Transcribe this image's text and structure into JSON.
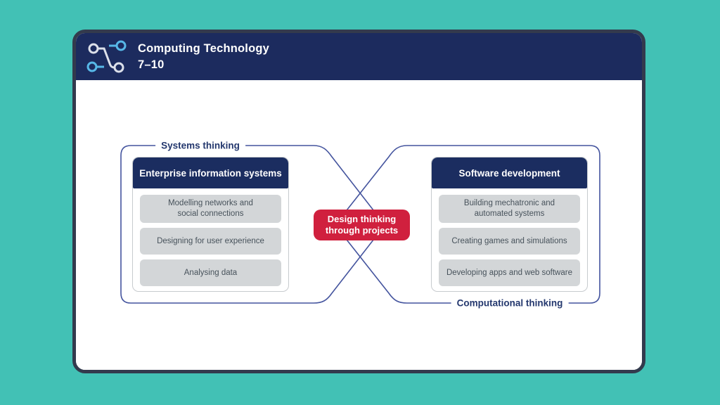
{
  "canvas": {
    "background_color": "#42c1b5"
  },
  "card": {
    "border_color": "#333a4d",
    "background_color": "#ffffff"
  },
  "header": {
    "background_color": "#1c2b5e",
    "logo": "network-nodes-icon",
    "title_line1": "Computing Technology",
    "title_line2": "7–10"
  },
  "diagram": {
    "outline_color": "#44549e",
    "center_node": {
      "label": "Design thinking\nthrough projects",
      "background_color": "#d0203e"
    },
    "groups": [
      {
        "label": "Systems thinking",
        "label_position": "top",
        "card": {
          "header": "Enterprise information systems",
          "header_background": "#1b2d60",
          "items": [
            "Modelling networks and\nsocial connections",
            "Designing for user experience",
            "Analysing data"
          ]
        }
      },
      {
        "label": "Computational thinking",
        "label_position": "bottom",
        "card": {
          "header": "Software development",
          "header_background": "#1b2d60",
          "items": [
            "Building mechatronic and\nautomated systems",
            "Creating games and simulations",
            "Developing apps and web software"
          ]
        }
      }
    ],
    "item_background": "#d3d6d8"
  }
}
